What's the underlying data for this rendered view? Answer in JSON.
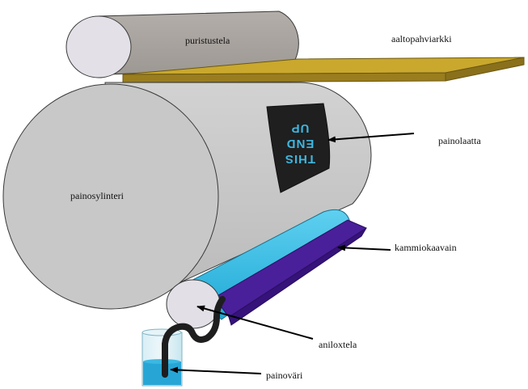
{
  "labels": {
    "press_roller": "puristustela",
    "corrugated_board": "aaltopahviarkki",
    "printing_plate": "painolaatta",
    "plate_cylinder": "painosylinteri",
    "doctor_blade_chamber": "kammiokaavain",
    "anilox_roller": "aniloxtela",
    "ink": "painoväri"
  },
  "plate_text": {
    "line1": "THIS",
    "line2": "END",
    "line3": "UP"
  },
  "colors": {
    "press_roller_body": "#a7a29d",
    "press_roller_end": "#e3e0e7",
    "board": "#c9a82d",
    "board_edge": "#8a701a",
    "cylinder_body": "#c6c6c6",
    "plate": "#1f1f1f",
    "plate_text": "#3fb6df",
    "anilox_body": "#2fb9e3",
    "chamber": "#4a1f9a",
    "ink": "#27a6d6",
    "hose": "#1e1e1e"
  }
}
